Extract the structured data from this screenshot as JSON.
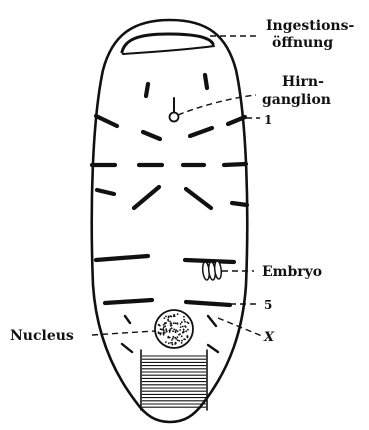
{
  "labels": {
    "ingestion_line1": "Ingestions-",
    "ingestion_line2": "öffnung",
    "brain_line1": "Hirn-",
    "brain_line2": "ganglion",
    "segment_1": "1",
    "embryo": "Embryo",
    "segment_5": "5",
    "nucleus": "Nucleus",
    "x_mark": "X"
  },
  "colors": {
    "ink": "#111111",
    "paper": "#ffffff"
  }
}
